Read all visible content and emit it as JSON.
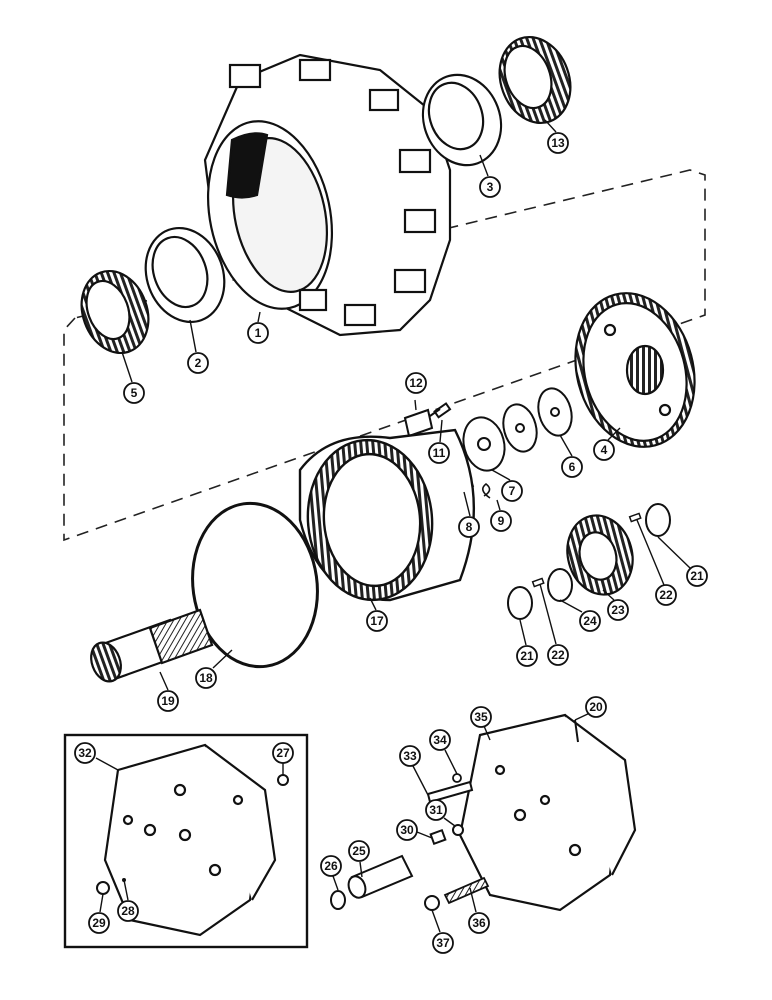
{
  "diagram": {
    "callouts": [
      {
        "id": "c1",
        "label": "1"
      },
      {
        "id": "c2",
        "label": "2"
      },
      {
        "id": "c3",
        "label": "3"
      },
      {
        "id": "c4",
        "label": "4"
      },
      {
        "id": "c5",
        "label": "5"
      },
      {
        "id": "c6",
        "label": "6"
      },
      {
        "id": "c7",
        "label": "7"
      },
      {
        "id": "c8",
        "label": "8"
      },
      {
        "id": "c9",
        "label": "9"
      },
      {
        "id": "c11",
        "label": "11"
      },
      {
        "id": "c12",
        "label": "12"
      },
      {
        "id": "c13",
        "label": "13"
      },
      {
        "id": "c17",
        "label": "17"
      },
      {
        "id": "c18",
        "label": "18"
      },
      {
        "id": "c19",
        "label": "19"
      },
      {
        "id": "c20",
        "label": "20"
      },
      {
        "id": "c21a",
        "label": "21"
      },
      {
        "id": "c21b",
        "label": "21"
      },
      {
        "id": "c22a",
        "label": "22"
      },
      {
        "id": "c22b",
        "label": "22"
      },
      {
        "id": "c23",
        "label": "23"
      },
      {
        "id": "c24",
        "label": "24"
      },
      {
        "id": "c25",
        "label": "25"
      },
      {
        "id": "c26",
        "label": "26"
      },
      {
        "id": "c27",
        "label": "27"
      },
      {
        "id": "c28",
        "label": "28"
      },
      {
        "id": "c29",
        "label": "29"
      },
      {
        "id": "c30",
        "label": "30"
      },
      {
        "id": "c31",
        "label": "31"
      },
      {
        "id": "c32",
        "label": "32"
      },
      {
        "id": "c33",
        "label": "33"
      },
      {
        "id": "c34",
        "label": "34"
      },
      {
        "id": "c35",
        "label": "35"
      },
      {
        "id": "c36",
        "label": "36"
      },
      {
        "id": "c37",
        "label": "37"
      }
    ]
  }
}
